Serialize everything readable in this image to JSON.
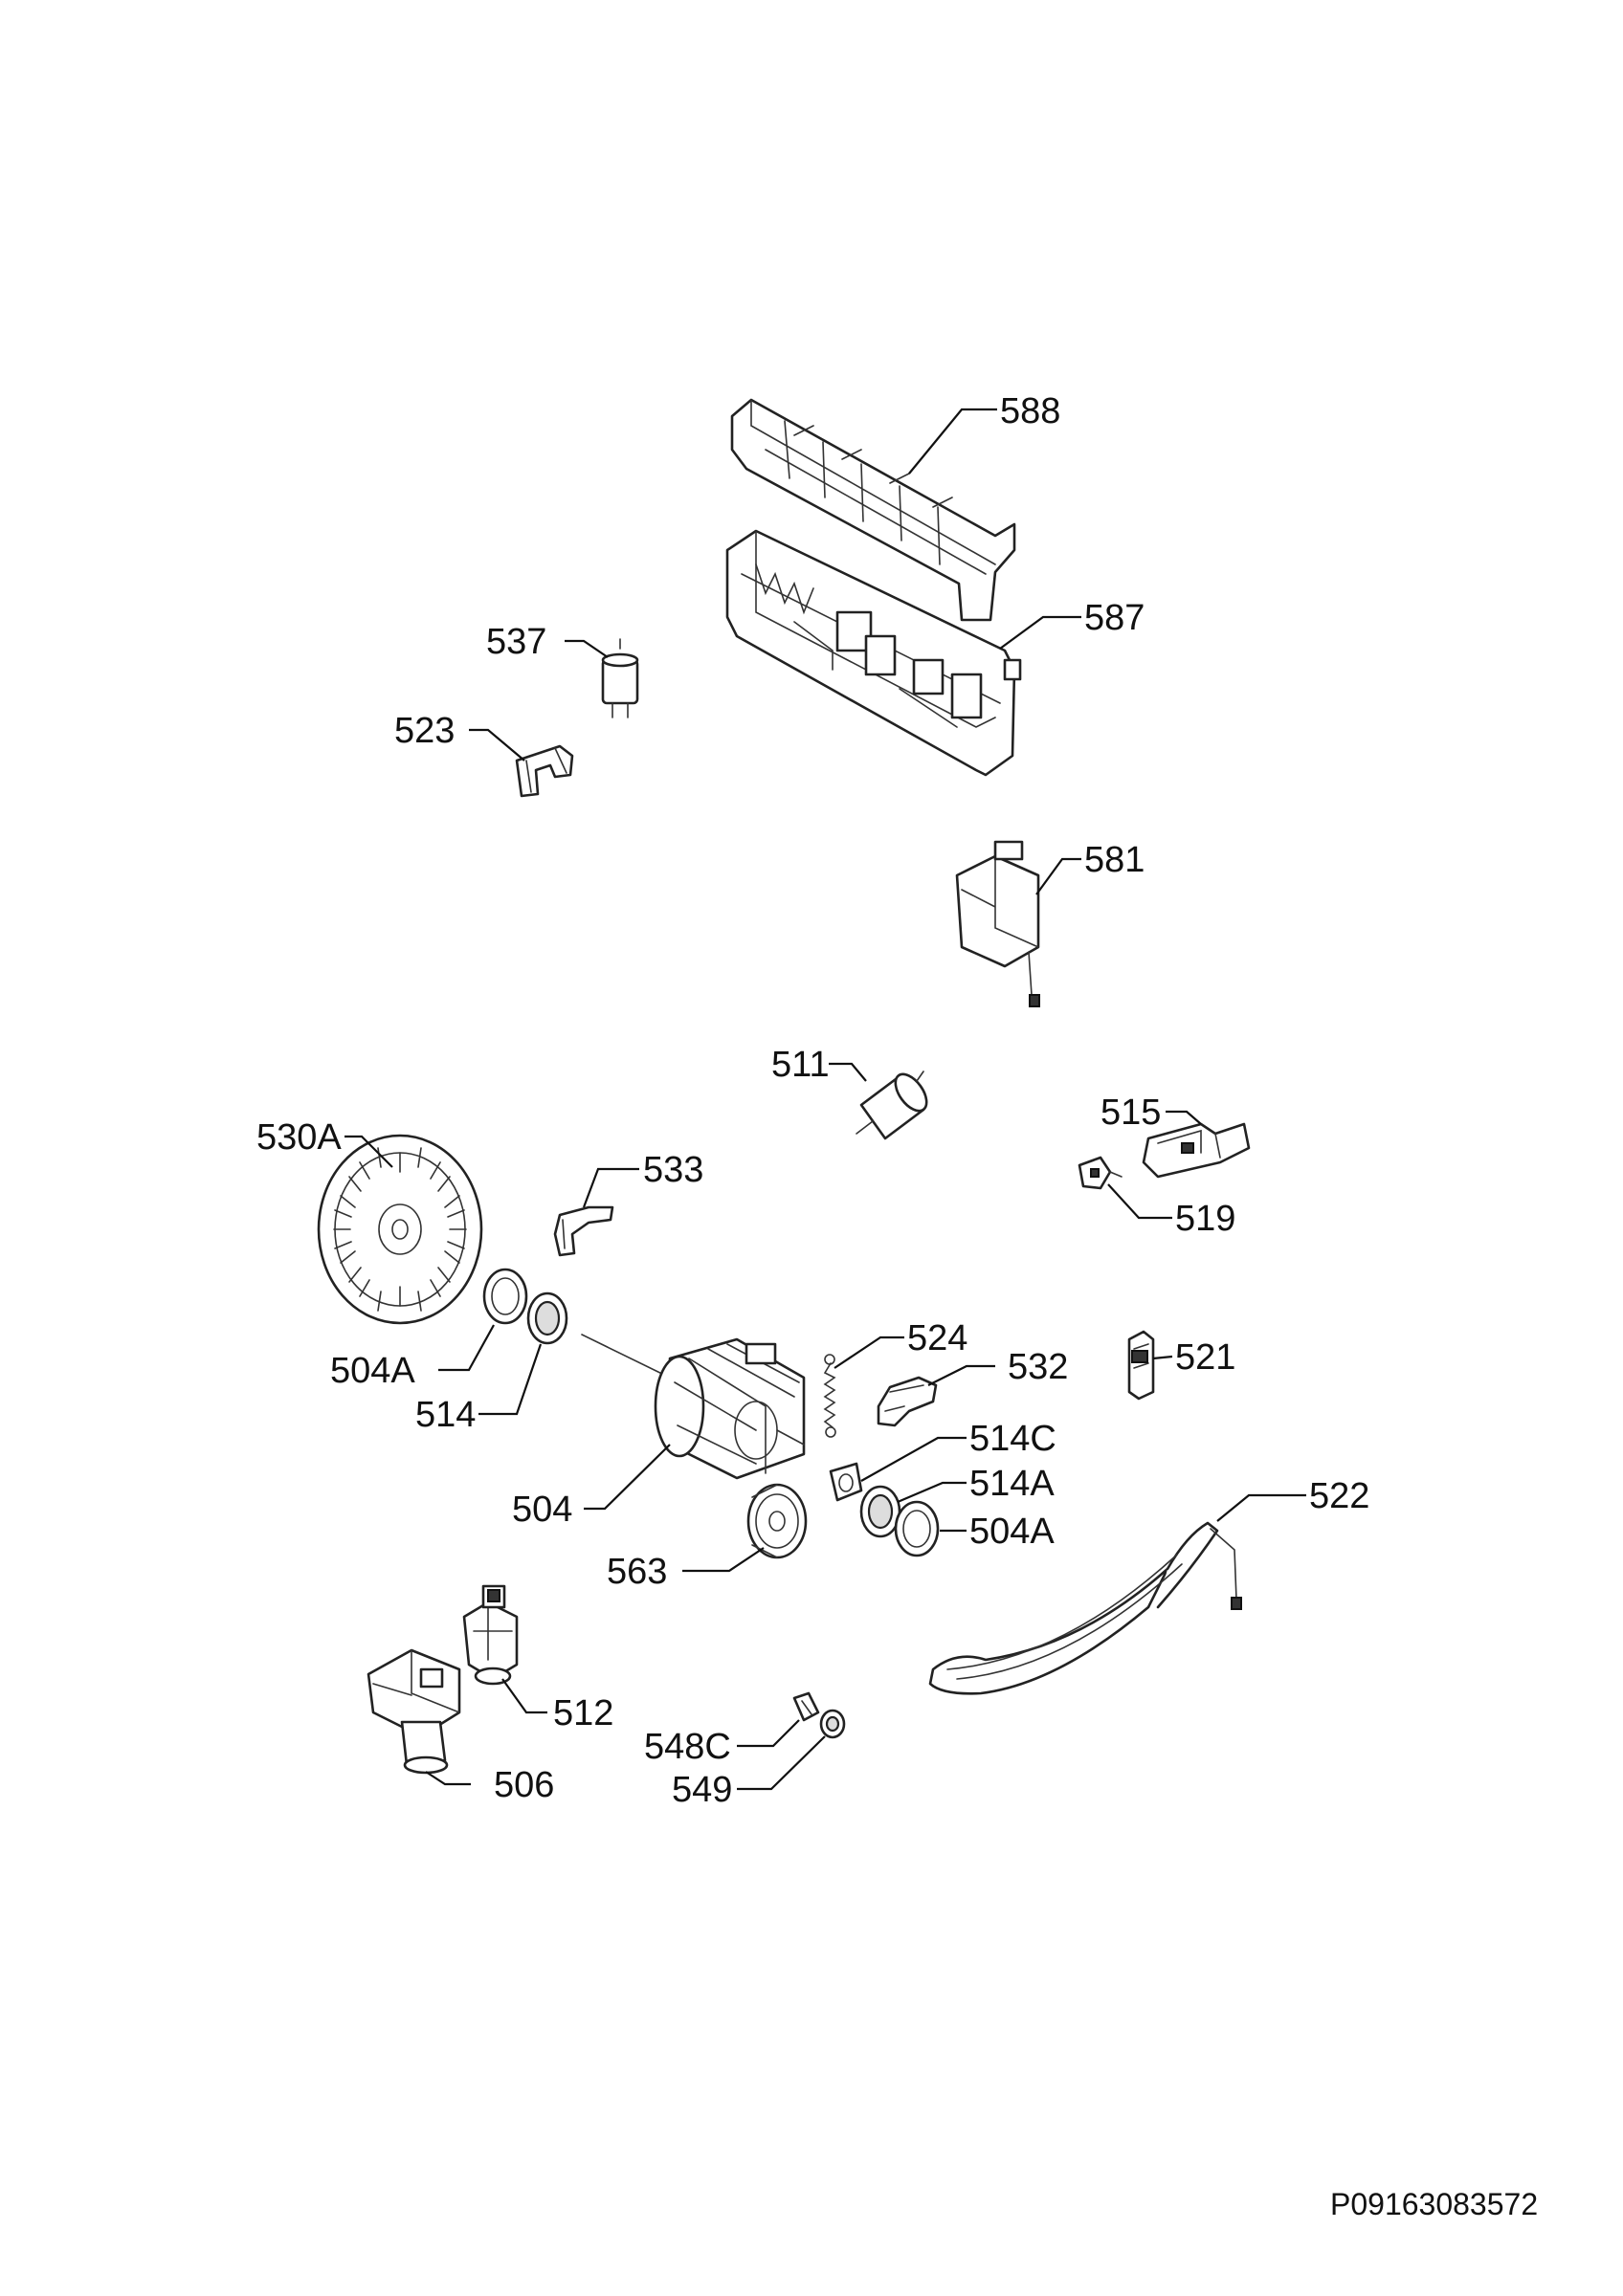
{
  "document_id": "P09163083572",
  "parts": [
    {
      "id": "p588",
      "label": "588"
    },
    {
      "id": "p587",
      "label": "587"
    },
    {
      "id": "p537",
      "label": "537"
    },
    {
      "id": "p523",
      "label": "523"
    },
    {
      "id": "p581",
      "label": "581"
    },
    {
      "id": "p511",
      "label": "511"
    },
    {
      "id": "p515",
      "label": "515"
    },
    {
      "id": "p519",
      "label": "519"
    },
    {
      "id": "p530A",
      "label": "530A"
    },
    {
      "id": "p533",
      "label": "533"
    },
    {
      "id": "p504A_left",
      "label": "504A"
    },
    {
      "id": "p514",
      "label": "514"
    },
    {
      "id": "p524",
      "label": "524"
    },
    {
      "id": "p532",
      "label": "532"
    },
    {
      "id": "p521",
      "label": "521"
    },
    {
      "id": "p514C",
      "label": "514C"
    },
    {
      "id": "p514A",
      "label": "514A"
    },
    {
      "id": "p504A_right",
      "label": "504A"
    },
    {
      "id": "p504",
      "label": "504"
    },
    {
      "id": "p522",
      "label": "522"
    },
    {
      "id": "p563",
      "label": "563"
    },
    {
      "id": "p512",
      "label": "512"
    },
    {
      "id": "p548C",
      "label": "548C"
    },
    {
      "id": "p506",
      "label": "506"
    },
    {
      "id": "p549",
      "label": "549"
    }
  ]
}
